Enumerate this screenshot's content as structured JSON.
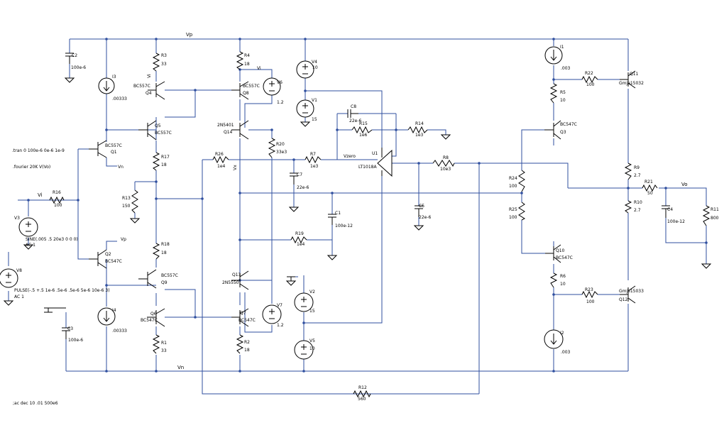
{
  "schematic": {
    "nets": {
      "vp": "Vp",
      "vn": "Vn",
      "vi_in": "Vi",
      "vi_q4": "Vi",
      "vi_v6": "Vi",
      "vo": "Vo",
      "vzero": "Vzero",
      "vx": "Vx",
      "vp_q1": "Vp",
      "vn_q1": "Vn",
      "vp_q2": "Vp"
    },
    "directives": {
      "tran": ".tran 0 100e-6 0e-6 1e-9",
      "fourier": ".fourier 20K V(Vo)",
      "ac": ";ac dec 10 .01 500e6"
    },
    "components": {
      "c2": {
        "ref": "C2",
        "value": "100e-6"
      },
      "c3": {
        "ref": "C3",
        "value": "100e-6"
      },
      "c8": {
        "ref": "C8",
        "value": "22e-6"
      },
      "c7": {
        "ref": "C7",
        "value": "22e-6"
      },
      "c1": {
        "ref": "C1",
        "value": "100e-12"
      },
      "c5": {
        "ref": "C5",
        "value": "22e-6"
      },
      "c4": {
        "ref": "C4",
        "value": "100e-12"
      },
      "i3": {
        "ref": "I3",
        "value": ".00333"
      },
      "i4": {
        "ref": "I4",
        "value": ".00333"
      },
      "i1": {
        "ref": "I1",
        "value": ".003"
      },
      "i2": {
        "ref": "I2",
        "value": ".003"
      },
      "r3": {
        "ref": "R3",
        "value": "33"
      },
      "r4": {
        "ref": "R4",
        "value": "18"
      },
      "r17": {
        "ref": "R17",
        "value": "18"
      },
      "r13": {
        "ref": "R13",
        "value": "150"
      },
      "r18": {
        "ref": "R18",
        "value": "18"
      },
      "r1": {
        "ref": "R1",
        "value": "33"
      },
      "r2": {
        "ref": "R2",
        "value": "18"
      },
      "r16": {
        "ref": "R16",
        "value": "100"
      },
      "r26": {
        "ref": "R26",
        "value": "1e4"
      },
      "r20": {
        "ref": "R20",
        "value": "33e3"
      },
      "r7": {
        "ref": "R7",
        "value": "1e3"
      },
      "r15": {
        "ref": "R15",
        "value": "1e6"
      },
      "r14": {
        "ref": "R14",
        "value": "1e3"
      },
      "r8": {
        "ref": "R8",
        "value": "10e3"
      },
      "r19": {
        "ref": "R19",
        "value": "1e4"
      },
      "r12": {
        "ref": "R12",
        "value": "560"
      },
      "r5": {
        "ref": "R5",
        "value": "10"
      },
      "r22": {
        "ref": "R22",
        "value": "100"
      },
      "r9": {
        "ref": "R9",
        "value": "2.7"
      },
      "r10": {
        "ref": "R10",
        "value": "2.7"
      },
      "r21": {
        "ref": "R21",
        "value": "50"
      },
      "r11": {
        "ref": "R11",
        "value": "800"
      },
      "r24": {
        "ref": "R24",
        "value": "100"
      },
      "r25": {
        "ref": "R25",
        "value": "100"
      },
      "r6": {
        "ref": "R6",
        "value": "10"
      },
      "r23": {
        "ref": "R23",
        "value": "100"
      },
      "v4": {
        "ref": "V4",
        "value": "10"
      },
      "v1": {
        "ref": "V1",
        "value": "15"
      },
      "v6": {
        "ref": "V6",
        "value": "1.2"
      },
      "v7": {
        "ref": "V7",
        "value": "1.2"
      },
      "v2": {
        "ref": "V2",
        "value": "15"
      },
      "v5": {
        "ref": "V5",
        "value": "10"
      },
      "v3": {
        "ref": "V3",
        "value": "SINE(.005 .5 20e3 0 0 0)",
        "ac": "AC 1"
      },
      "v8": {
        "ref": "V8",
        "value": "PULSE(-.5 +.5 1e-6 .5e-6 .5e-6 5e-6 10e-6 3)",
        "ac": "AC 1"
      },
      "q1": {
        "ref": "Q1",
        "model": "BC557C"
      },
      "q2": {
        "ref": "Q2",
        "model": "BC547C"
      },
      "q3": {
        "ref": "Q3",
        "model": "BC547C"
      },
      "q4": {
        "ref": "Q4",
        "model": "BC557C"
      },
      "q5": {
        "ref": "Q5",
        "model": "BC557C"
      },
      "q6": {
        "ref": "Q6",
        "model": "BC547C"
      },
      "q7": {
        "ref": "Q7",
        "model": "BC547C"
      },
      "q8": {
        "ref": "Q8",
        "model": "BC557C"
      },
      "q9": {
        "ref": "Q9",
        "model": "BC557C"
      },
      "q10": {
        "ref": "Q10",
        "model": "BC547C"
      },
      "q11": {
        "ref": "Q11",
        "model": "Gmje15032"
      },
      "q12": {
        "ref": "Q12",
        "model": "Gmje15033"
      },
      "q13": {
        "ref": "Q13",
        "model": "2N5550"
      },
      "q14": {
        "ref": "Q14",
        "model": "2N5401"
      },
      "u1": {
        "ref": "U1",
        "model": "LT1018A"
      }
    },
    "colors": {
      "wire": "#2f4f9f",
      "component": "#000000",
      "background": "#ffffff"
    }
  }
}
